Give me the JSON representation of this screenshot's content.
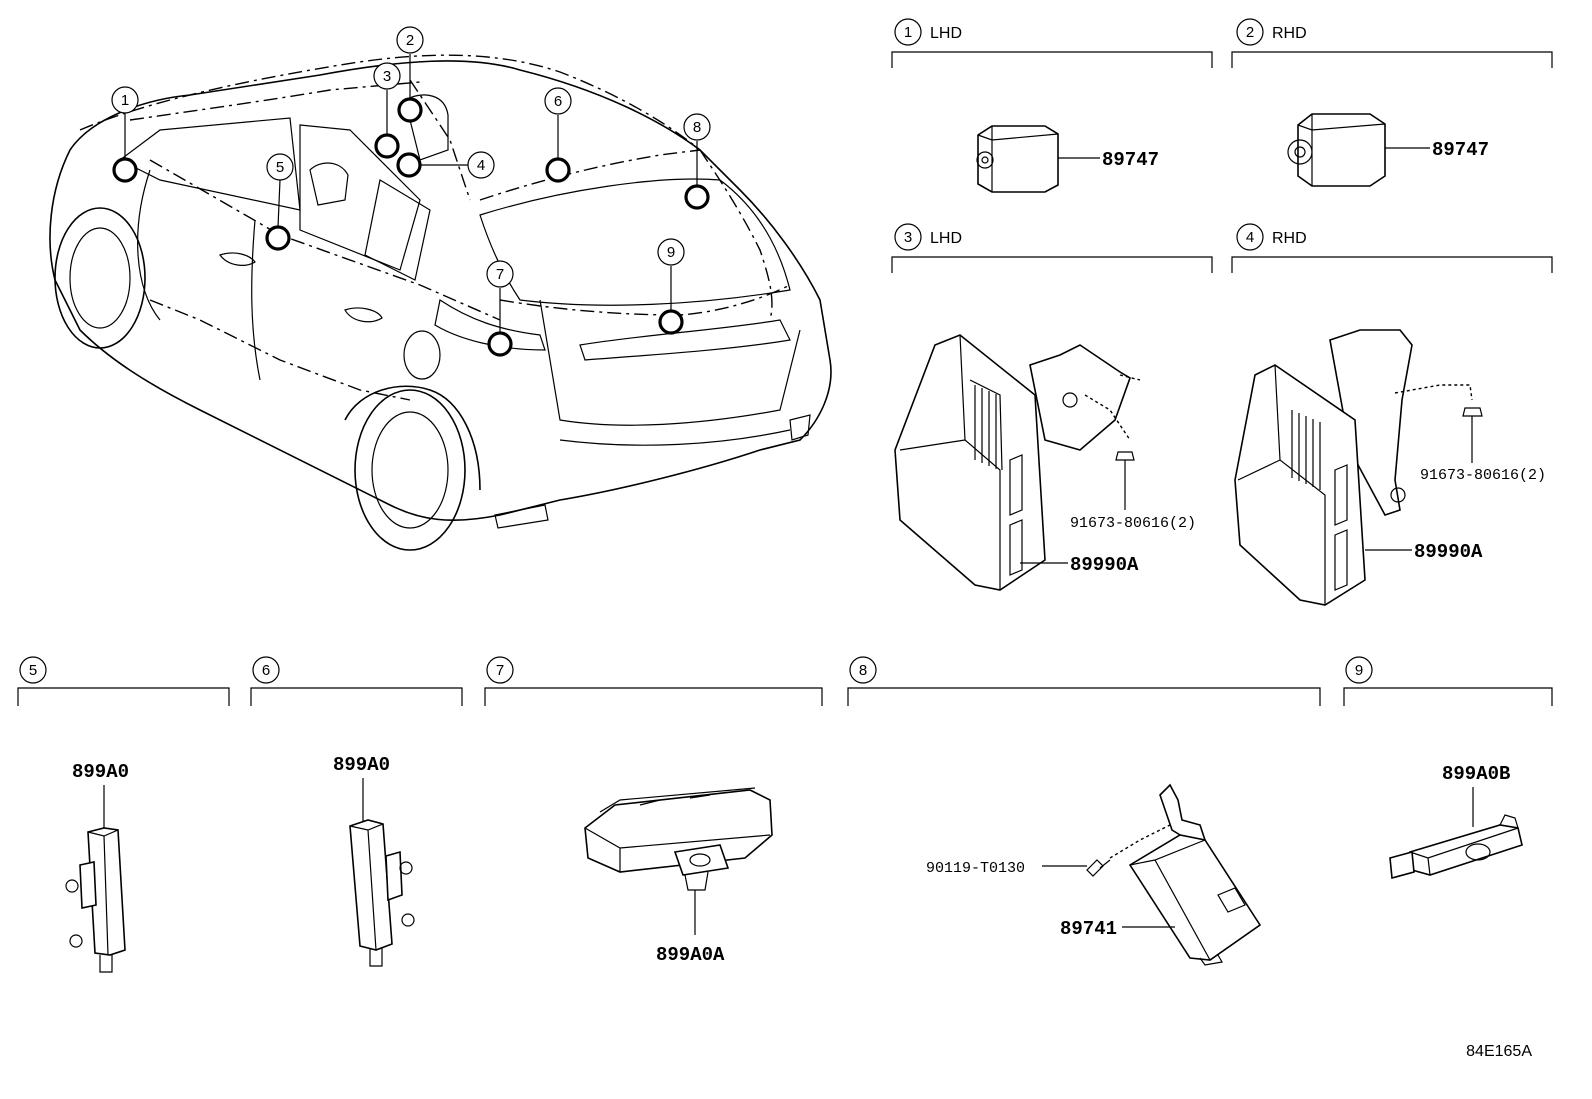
{
  "diagram": {
    "figure_code": "84E165A",
    "callout_numbers": [
      "1",
      "2",
      "3",
      "4",
      "5",
      "6",
      "7",
      "8",
      "9"
    ],
    "panels": [
      {
        "num": "1",
        "side": "LHD",
        "parts": [
          "89747"
        ]
      },
      {
        "num": "2",
        "side": "RHD",
        "parts": [
          "89747"
        ]
      },
      {
        "num": "3",
        "side": "LHD",
        "parts": [
          "89990A",
          "91673-80616(2)"
        ]
      },
      {
        "num": "4",
        "side": "RHD",
        "parts": [
          "89990A",
          "91673-80616(2)"
        ]
      },
      {
        "num": "5",
        "side": "",
        "parts": [
          "899A0"
        ]
      },
      {
        "num": "6",
        "side": "",
        "parts": [
          "899A0"
        ]
      },
      {
        "num": "7",
        "side": "",
        "parts": [
          "899A0A"
        ]
      },
      {
        "num": "8",
        "side": "",
        "parts": [
          "89741",
          "90119-T0130"
        ]
      },
      {
        "num": "9",
        "side": "",
        "parts": [
          "899A0B"
        ]
      }
    ]
  }
}
